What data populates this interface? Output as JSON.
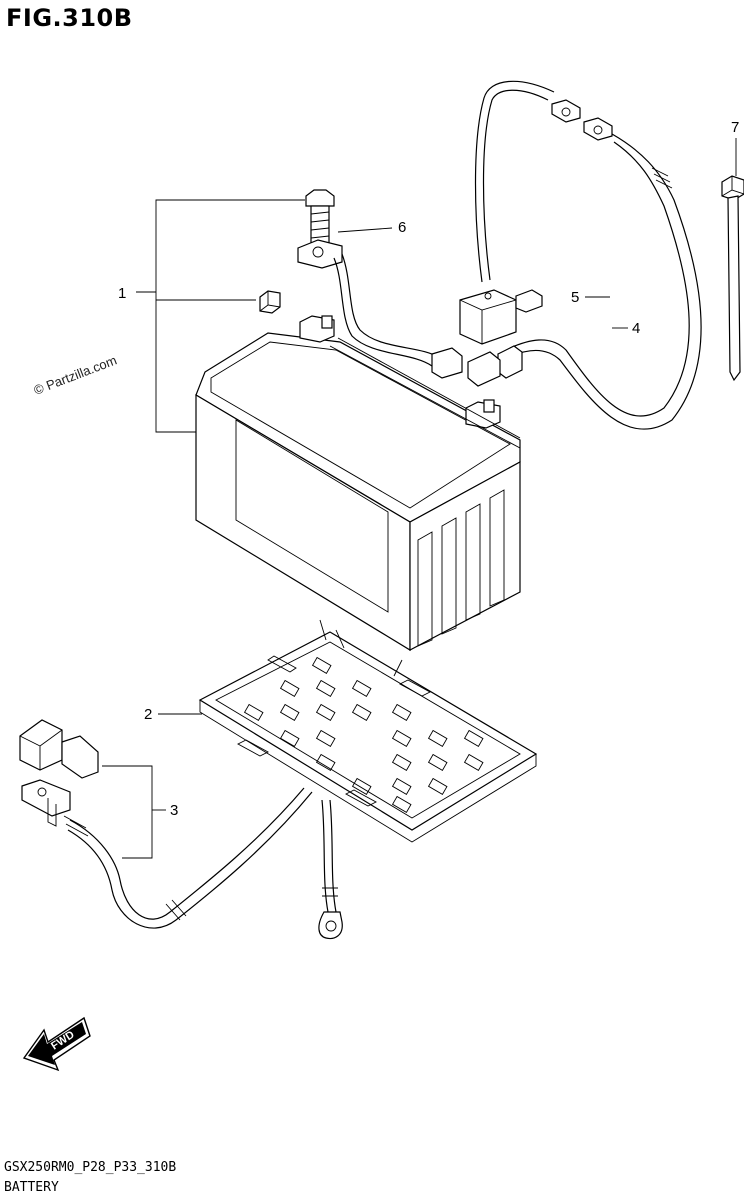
{
  "figure": {
    "title": "FIG.310B",
    "watermark": "© Partzilla.com",
    "drawing_code": "GSX250RM0_P28_P33_310B",
    "section_name": "BATTERY"
  },
  "callouts": [
    {
      "number": "1"
    },
    {
      "number": "2"
    },
    {
      "number": "3"
    },
    {
      "number": "4"
    },
    {
      "number": "5"
    },
    {
      "number": "6"
    },
    {
      "number": "7"
    }
  ],
  "direction_arrow": {
    "label": "FWD"
  }
}
